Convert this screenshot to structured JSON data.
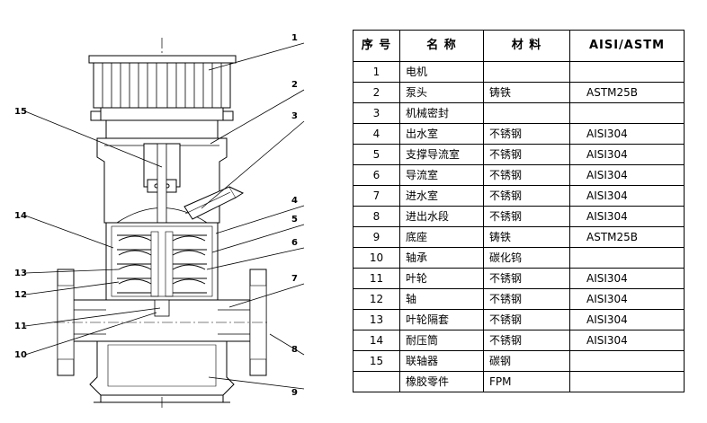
{
  "diagram": {
    "callouts": [
      "1",
      "2",
      "3",
      "4",
      "5",
      "6",
      "7",
      "8",
      "9",
      "10",
      "11",
      "12",
      "13",
      "14",
      "15"
    ]
  },
  "table": {
    "headers": [
      "序 号",
      "名  称",
      "材  料",
      "AISI/ASTM"
    ],
    "rows": [
      {
        "no": "1",
        "name": "电机",
        "material": "",
        "standard": ""
      },
      {
        "no": "2",
        "name": "泵头",
        "material": "铸铁",
        "standard": "ASTM25B"
      },
      {
        "no": "3",
        "name": "机械密封",
        "material": "",
        "standard": ""
      },
      {
        "no": "4",
        "name": "出水室",
        "material": "不锈钢",
        "standard": "AISI304"
      },
      {
        "no": "5",
        "name": "支撑导流室",
        "material": "不锈钢",
        "standard": "AISI304"
      },
      {
        "no": "6",
        "name": "导流室",
        "material": "不锈钢",
        "standard": "AISI304"
      },
      {
        "no": "7",
        "name": "进水室",
        "material": "不锈钢",
        "standard": "AISI304"
      },
      {
        "no": "8",
        "name": "进出水段",
        "material": "不锈钢",
        "standard": "AISI304"
      },
      {
        "no": "9",
        "name": "底座",
        "material": "铸铁",
        "standard": "ASTM25B"
      },
      {
        "no": "10",
        "name": "轴承",
        "material": "碳化钨",
        "standard": ""
      },
      {
        "no": "11",
        "name": "叶轮",
        "material": "不锈钢",
        "standard": "AISI304"
      },
      {
        "no": "12",
        "name": "轴",
        "material": "不锈钢",
        "standard": "AISI304"
      },
      {
        "no": "13",
        "name": "叶轮隔套",
        "material": "不锈钢",
        "standard": "AISI304"
      },
      {
        "no": "14",
        "name": "耐压筒",
        "material": "不锈钢",
        "standard": "AISI304"
      },
      {
        "no": "15",
        "name": "联轴器",
        "material": "碳钢",
        "standard": ""
      },
      {
        "no": "",
        "name": "橡胶零件",
        "material": "FPM",
        "standard": ""
      }
    ]
  }
}
